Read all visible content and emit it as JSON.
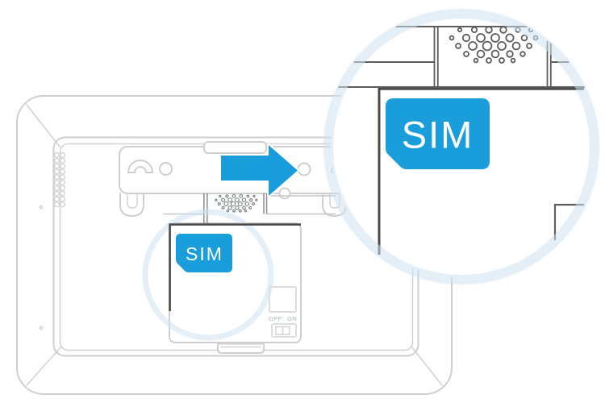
{
  "colors": {
    "accent_blue": "#1a9edb",
    "line_light": "#cfcfcf",
    "line_mid": "#8d9193",
    "line_dark": "#4b4b4b",
    "mag_line": "#5d5d5d",
    "halo_blue": "#cde2f2"
  },
  "device": {
    "sim_label": "SIM",
    "switch": {
      "off_label": "OFF",
      "on_label": "ON"
    }
  },
  "magnified_view": {
    "sim_label": "SIM"
  },
  "icons": [
    "sim-card-icon",
    "insert-arrow-icon",
    "magnifier-circle",
    "speaker-grille-icon",
    "dip-switch-icon",
    "mounting-bracket",
    "handset-hook-icon"
  ]
}
